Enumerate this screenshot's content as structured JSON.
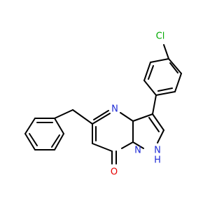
{
  "molecule": {
    "atom_labels": {
      "chlorine": "Cl",
      "nitrogen_ring": "N",
      "nitrogen_bridge": "N",
      "nh_n": "N",
      "nh_h": "H",
      "oxygen": "O"
    },
    "colors": {
      "bond": "#000000",
      "carbon_text": "#000000",
      "chlorine": "#00aa00",
      "nitrogen": "#1f2bd6",
      "oxygen": "#e60000"
    }
  }
}
